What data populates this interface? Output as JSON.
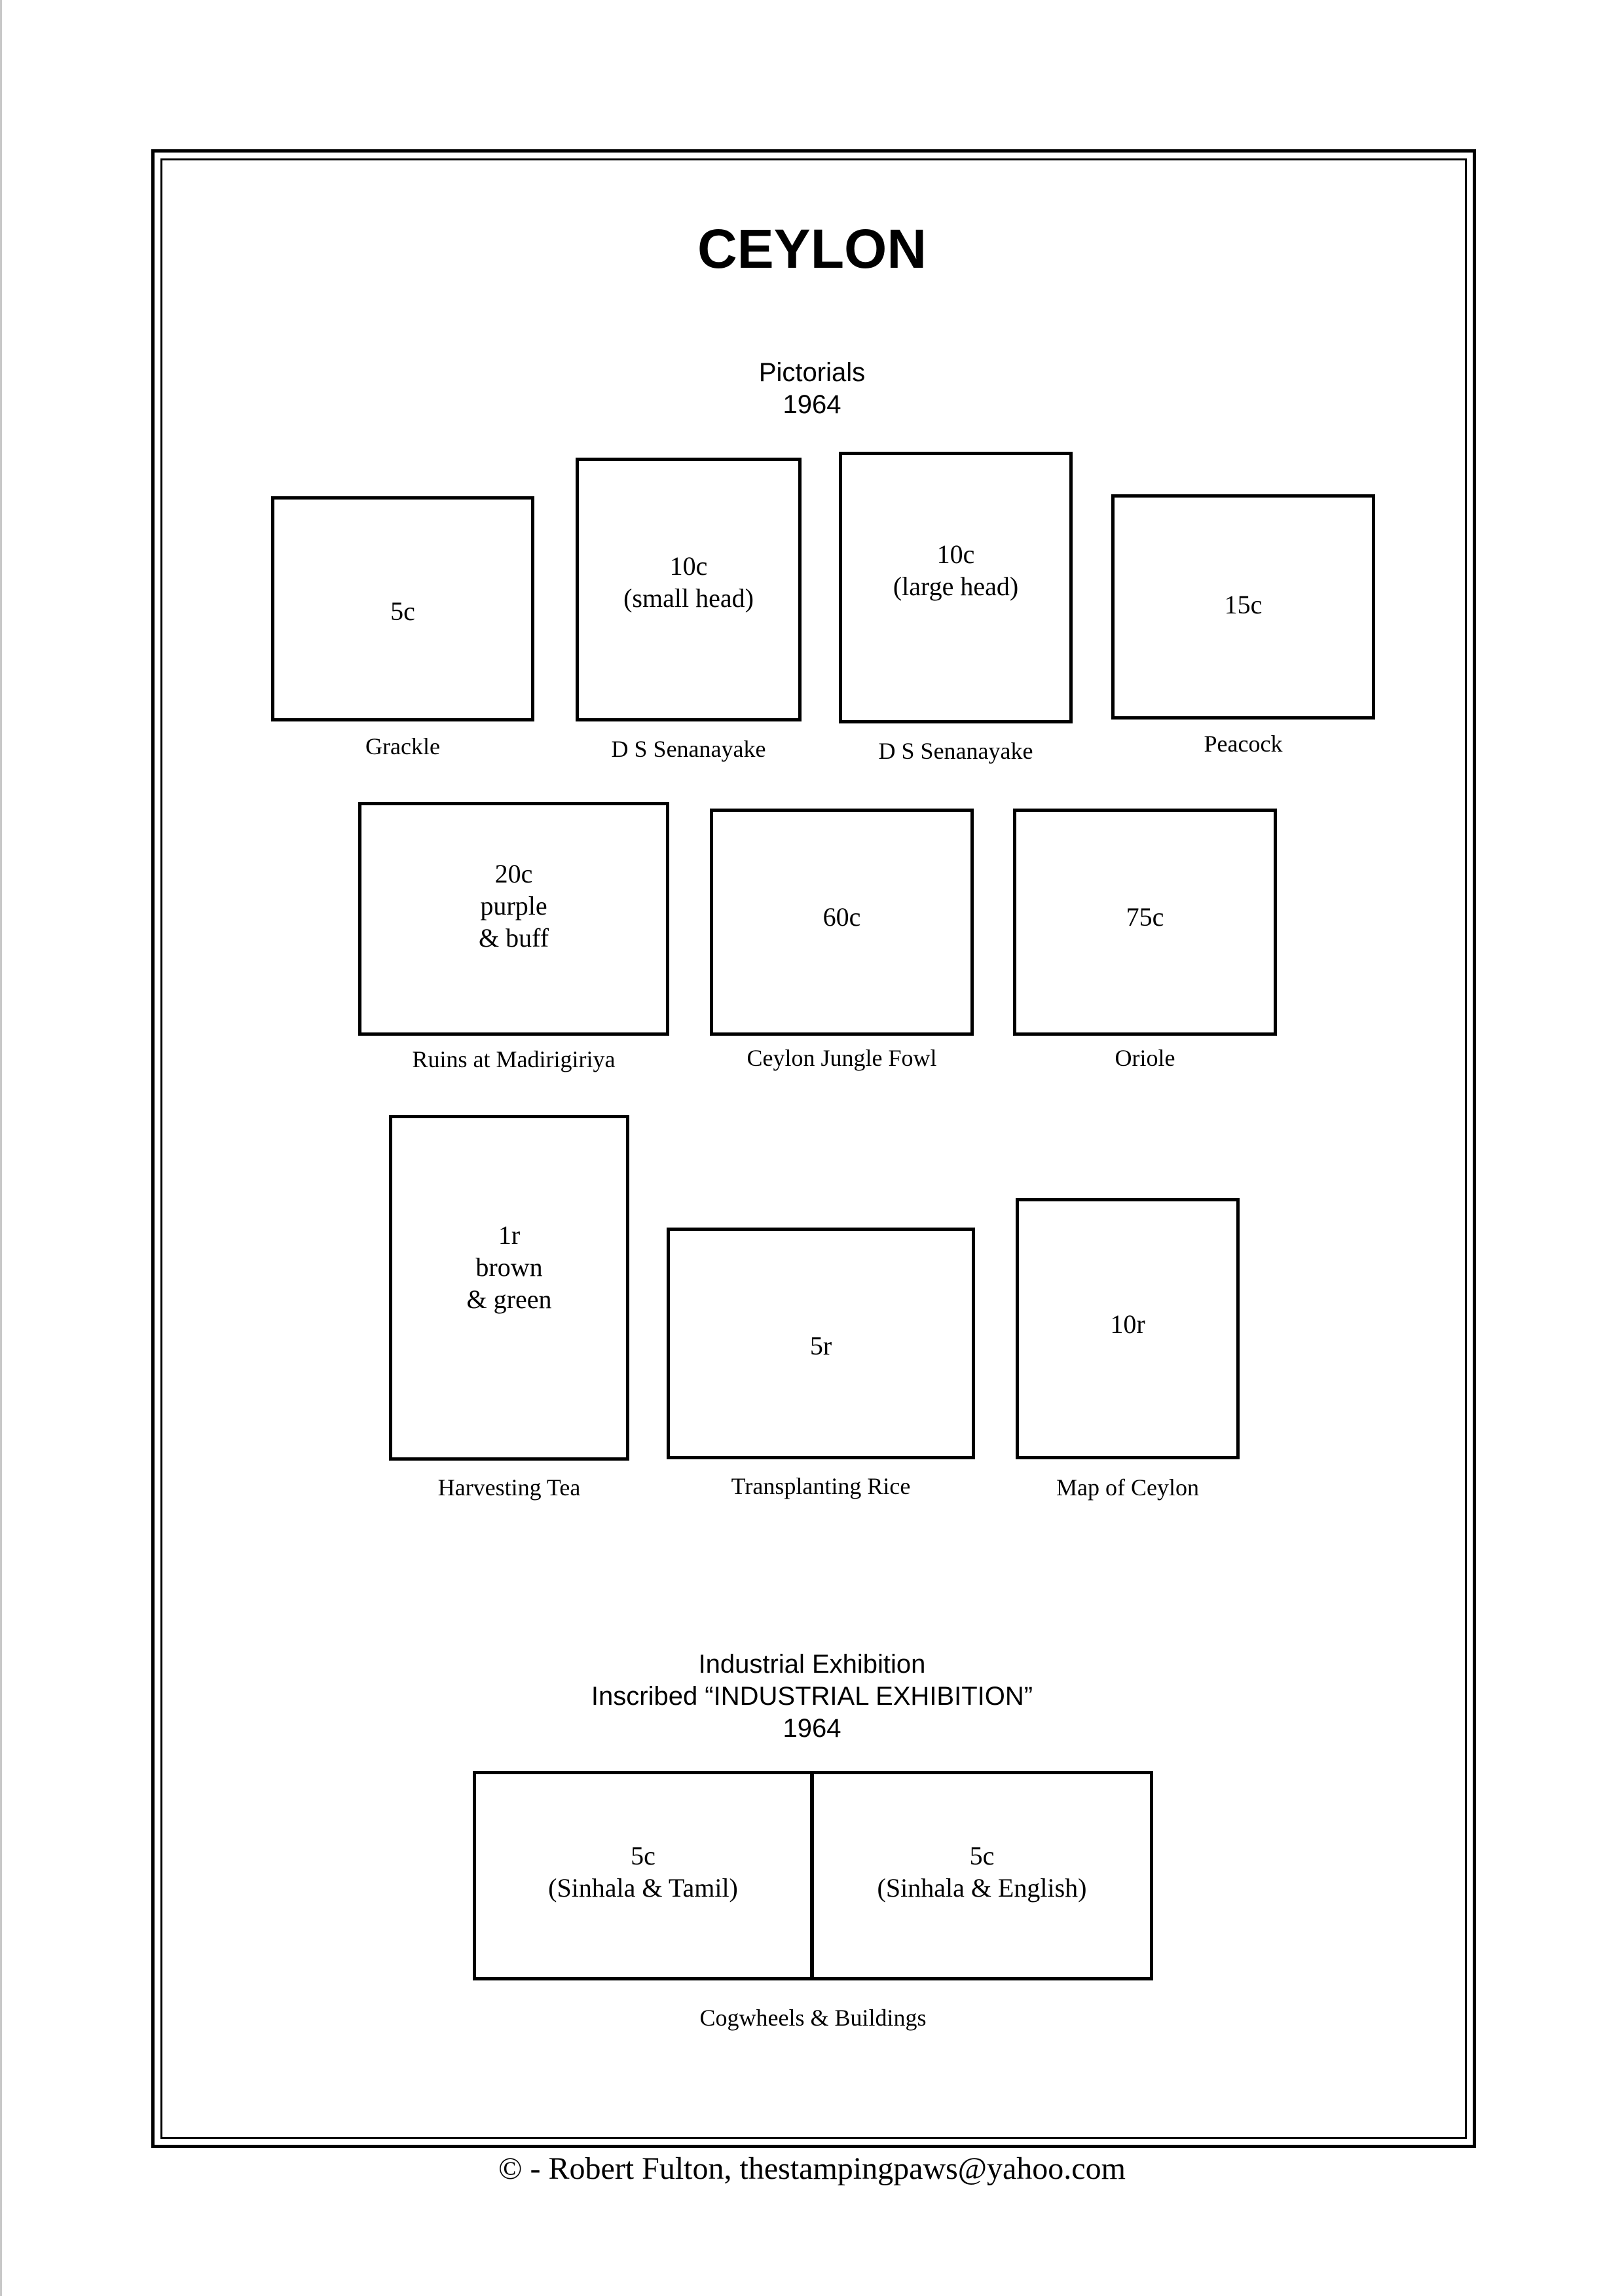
{
  "title": "CEYLON",
  "sections": [
    {
      "heading": "Pictorials\n1964",
      "stamps": [
        {
          "value": "5c",
          "caption": "Grackle"
        },
        {
          "value": "10c\n(small head)",
          "caption": "D S Senanayake"
        },
        {
          "value": "10c\n(large head)",
          "caption": "D S Senanayake"
        },
        {
          "value": "15c",
          "caption": "Peacock"
        },
        {
          "value": "20c\npurple\n& buff",
          "caption": "Ruins at Madirigiriya"
        },
        {
          "value": "60c",
          "caption": "Ceylon Jungle Fowl"
        },
        {
          "value": "75c",
          "caption": "Oriole"
        },
        {
          "value": "1r\nbrown\n& green",
          "caption": "Harvesting Tea"
        },
        {
          "value": "5r",
          "caption": "Transplanting Rice"
        },
        {
          "value": "10r",
          "caption": "Map of Ceylon"
        }
      ]
    },
    {
      "heading": "Industrial Exhibition\nInscribed “INDUSTRIAL EXHIBITION”\n1964",
      "stamps": [
        {
          "value": "5c\n(Sinhala & Tamil)"
        },
        {
          "value": "5c\n(Sinhala & English)"
        }
      ],
      "caption": "Cogwheels & Buildings"
    }
  ],
  "footer": "©  -  Robert Fulton, thestampingpaws@yahoo.com"
}
